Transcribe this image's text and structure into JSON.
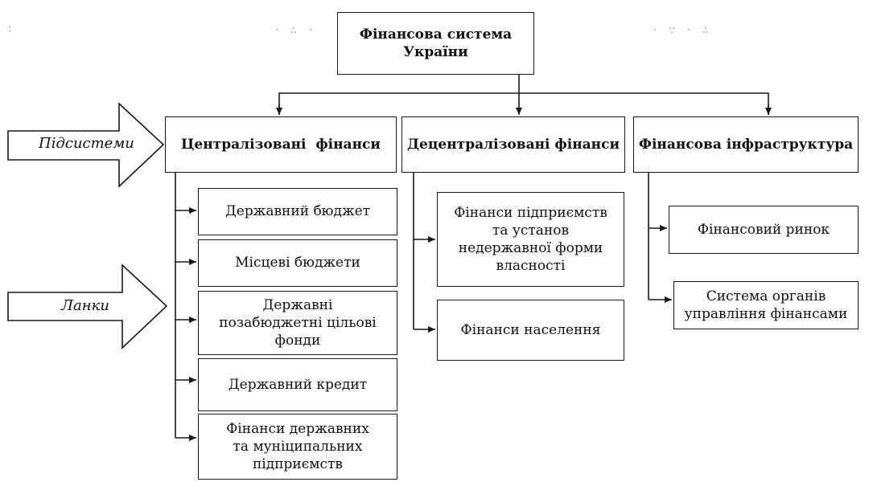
{
  "root": {
    "label": "Фінансова система України"
  },
  "side_labels": {
    "subsystems": "Підсистеми",
    "units": "Ланки"
  },
  "subsystems": [
    {
      "label": "Централізовані  фінанси",
      "units": [
        [
          "Державний бюджет"
        ],
        [
          "Місцеві бюджети"
        ],
        [
          "Державні",
          "позабюджетні цільові",
          "фонди"
        ],
        [
          "Державний кредит"
        ],
        [
          "Фінанси державних",
          "та муніципальних",
          "підприємств"
        ]
      ]
    },
    {
      "label": "Децентралізовані фінанси",
      "units": [
        [
          "Фінанси підприємств",
          "та установ",
          "недержавної форми",
          "власності"
        ],
        [
          "Фінанси населення"
        ]
      ]
    },
    {
      "label": "Фінансова інфраструктура",
      "units": [
        [
          "Фінансовий ринок"
        ],
        [
          "Система органів",
          "управління фінансами"
        ]
      ]
    }
  ]
}
